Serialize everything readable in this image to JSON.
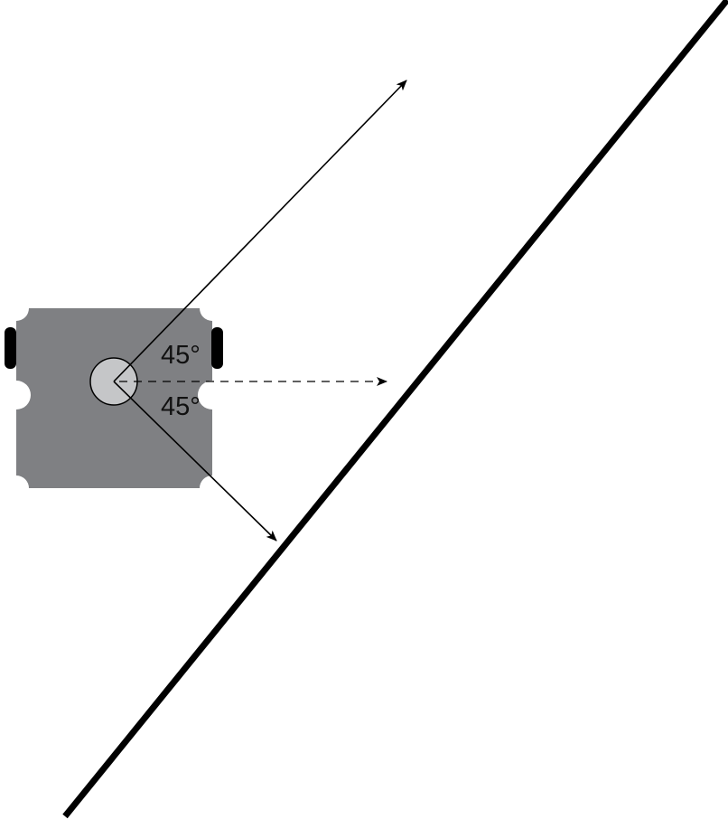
{
  "diagram": {
    "angle_upper_label": "45°",
    "angle_lower_label": "45°",
    "colors": {
      "robot_body": "#7f8083",
      "sensor": "#c5c6c8",
      "wheel": "#000000",
      "wall": "#000000",
      "arrow": "#000000"
    },
    "angles_deg": [
      45,
      -45
    ]
  }
}
